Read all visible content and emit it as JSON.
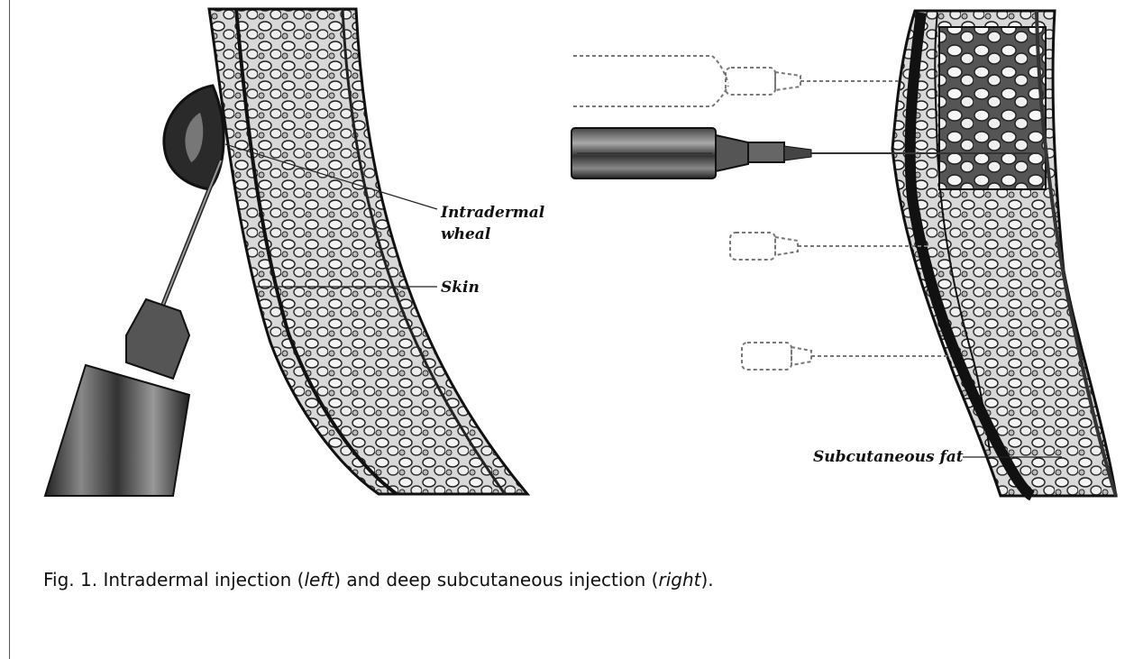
{
  "figure": {
    "labels": {
      "intradermal_line1": "Intradermal",
      "intradermal_line2": "wheal",
      "skin": "Skin",
      "subcutaneous_fat": "Subcutaneous fat"
    },
    "caption": {
      "prefix": "Fig. 1. Intradermal injection (",
      "left_word": "left",
      "middle": ") and deep subcutaneous injection (",
      "right_word": "right",
      "suffix": ")."
    }
  }
}
